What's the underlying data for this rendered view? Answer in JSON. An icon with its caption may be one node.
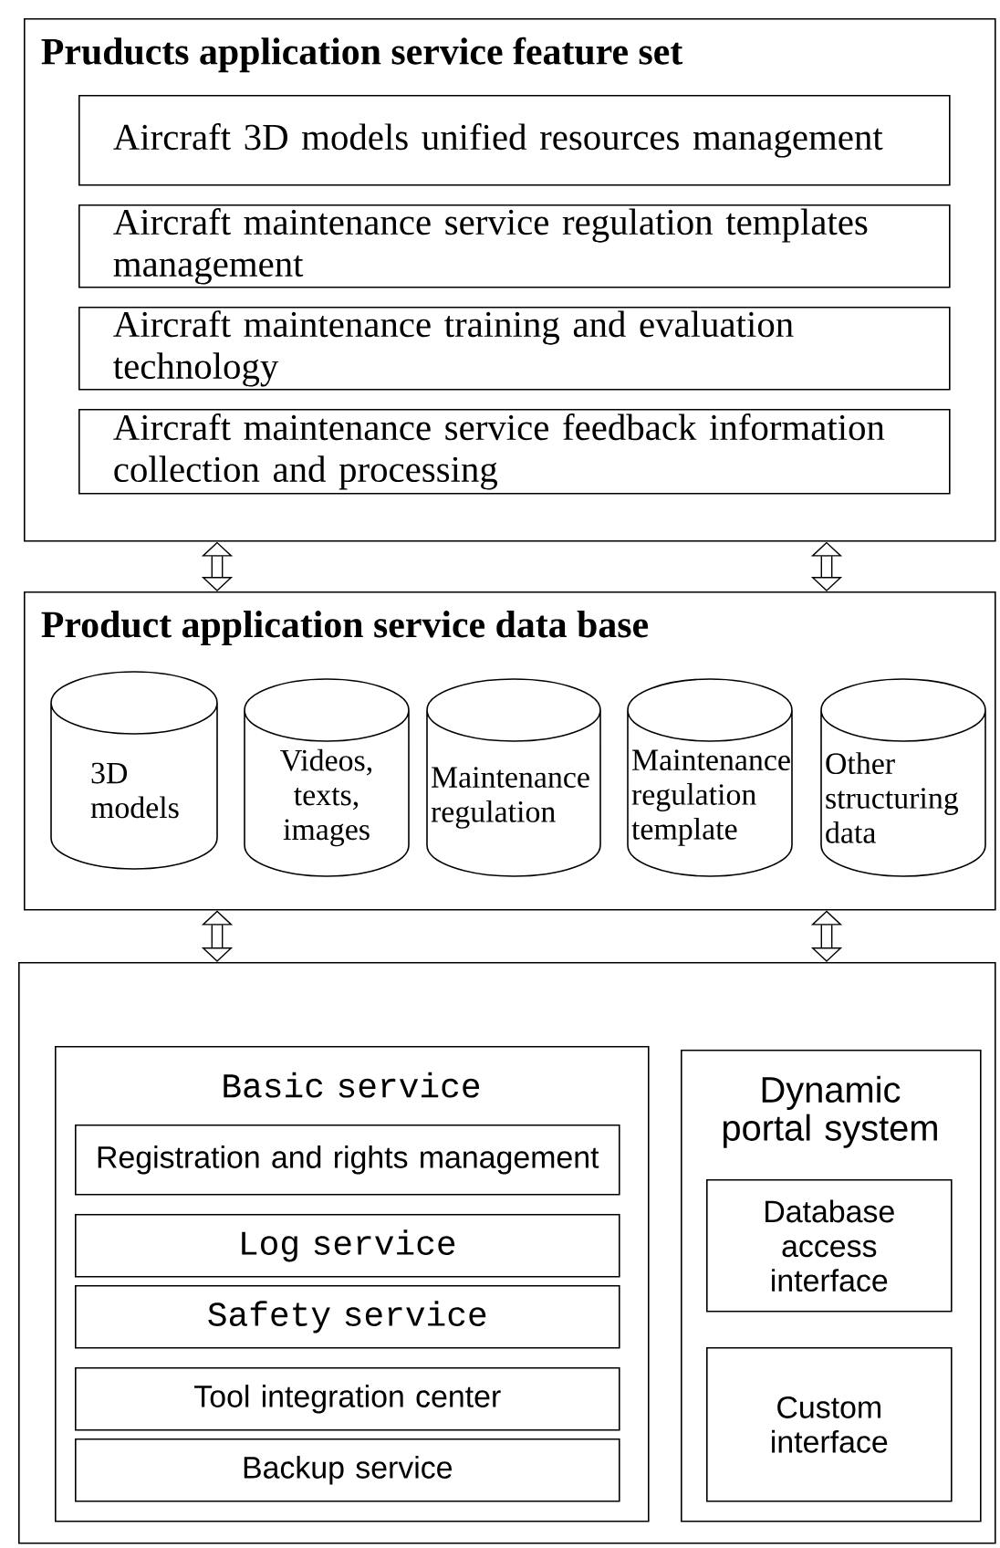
{
  "diagram": {
    "nodes": [
      {
        "text": [
          "Pruducts application service feature set"
        ]
      },
      {
        "text": [
          "Aircraft 3D models unified resources management"
        ],
        "in": 0
      },
      {
        "text": [
          "Aircraft maintenance service regulation templates management"
        ],
        "in": 0
      },
      {
        "text": [
          "Aircraft maintenance training and evaluation technology"
        ],
        "in": 0
      },
      {
        "text": [
          "Aircraft maintenance service feedback information collection and processing"
        ],
        "in": 0
      },
      {
        "text": [
          "Product application service data base"
        ]
      },
      {
        "text": [
          "3D models"
        ],
        "in": 5
      },
      {
        "text": [
          "Videos, texts, images"
        ],
        "in": 5
      },
      {
        "text": [
          "Maintenance regulation"
        ],
        "in": 5
      },
      {
        "text": [
          "Maintenance regulation template"
        ],
        "in": 5
      },
      {
        "text": [
          "Other structuring data"
        ],
        "in": 5
      },
      {
        "text": [],
        "shape": "box"
      },
      {
        "text": [
          "Basic service"
        ],
        "in": 11
      },
      {
        "text": [
          "Registration and rights management"
        ],
        "in": 12
      },
      {
        "text": [
          "Log service"
        ],
        "in": 12
      },
      {
        "text": [
          "Safety service"
        ],
        "in": 12
      },
      {
        "text": [
          "Tool integration center"
        ],
        "in": 12
      },
      {
        "text": [
          "Backup service"
        ],
        "in": 12
      },
      {
        "text": [
          "Dynamic portal system"
        ],
        "in": 11
      },
      {
        "text": [
          "Database access interface"
        ],
        "in": 18
      },
      {
        "text": [
          "Custom interface"
        ],
        "in": 18
      }
    ],
    "edges": [
      {
        "from": 0,
        "to": 5,
        "arrow": "both"
      },
      {
        "from": 0,
        "to": 5,
        "arrow": "both"
      },
      {
        "from": 5,
        "to": 11,
        "arrow": "both"
      },
      {
        "from": 5,
        "to": 11,
        "arrow": "both"
      }
    ]
  }
}
